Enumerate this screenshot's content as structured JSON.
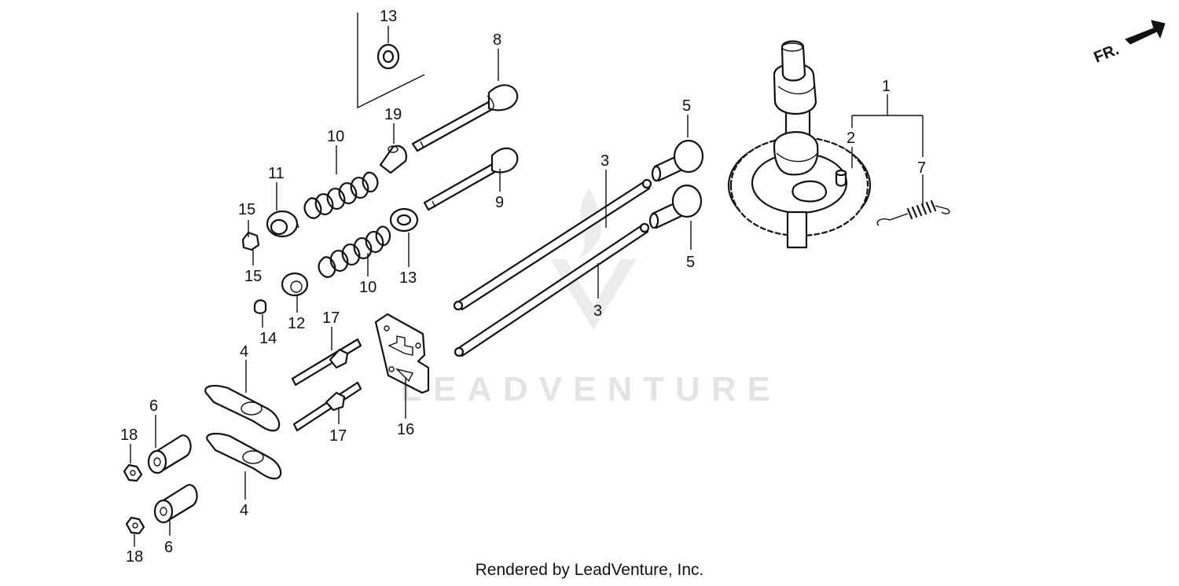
{
  "diagram": {
    "direction_label": "FR.",
    "watermark": "LEADVENTURE",
    "footer": "Rendered by LeadVenture, Inc.",
    "callouts": {
      "c1": "1",
      "c2": "2",
      "c3a": "3",
      "c3b": "3",
      "c4a": "4",
      "c4b": "4",
      "c5a": "5",
      "c5b": "5",
      "c6a": "6",
      "c6b": "6",
      "c7": "7",
      "c8": "8",
      "c9": "9",
      "c10a": "10",
      "c10b": "10",
      "c11": "11",
      "c12": "12",
      "c13a": "13",
      "c13b": "13",
      "c14": "14",
      "c15a": "15",
      "c15b": "15",
      "c16": "16",
      "c17a": "17",
      "c17b": "17",
      "c18a": "18",
      "c18b": "18",
      "c19": "19"
    }
  }
}
